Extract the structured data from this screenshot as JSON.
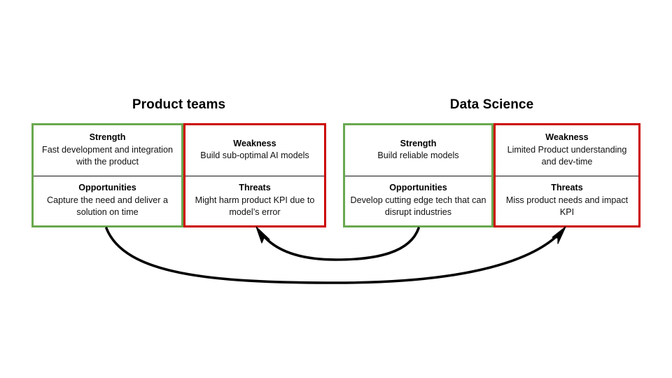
{
  "page": {
    "background_color": "#ffffff",
    "accent_green": "#6aa84f",
    "accent_red": "#cc0000"
  },
  "groups": [
    {
      "id": "product-teams",
      "title": "Product teams",
      "cells": [
        {
          "key": "strength",
          "heading": "Strength",
          "body": "Fast development and integration with the product",
          "border_color": "#6aa84f"
        },
        {
          "key": "weakness",
          "heading": "Weakness",
          "body": "Build sub-optimal AI models",
          "border_color": "#cc0000"
        },
        {
          "key": "opportunities",
          "heading": "Opportunities",
          "body": "Capture the need and deliver a solution on time",
          "border_color": "#6aa84f"
        },
        {
          "key": "threats",
          "heading": "Threats",
          "body": "Might harm product KPI due to model’s error",
          "border_color": "#cc0000"
        }
      ]
    },
    {
      "id": "data-science",
      "title": "Data Science",
      "cells": [
        {
          "key": "strength",
          "heading": "Strength",
          "body": "Build reliable models",
          "border_color": "#6aa84f"
        },
        {
          "key": "weakness",
          "heading": "Weakness",
          "body": "Limited Product understanding and dev-time",
          "border_color": "#cc0000"
        },
        {
          "key": "opportunities",
          "heading": "Opportunities",
          "body": "Develop cutting edge tech that can disrupt industries",
          "border_color": "#6aa84f"
        },
        {
          "key": "threats",
          "heading": "Threats",
          "body": "Miss product needs and impact KPI",
          "border_color": "#cc0000"
        }
      ]
    }
  ],
  "arrows": [
    {
      "id": "product-opportunities-to-data-science-threats",
      "from": "Product teams / Opportunities",
      "to": "Data Science / Threats",
      "color": "#000000"
    },
    {
      "id": "data-science-opportunities-to-product-threats",
      "from": "Data Science / Opportunities",
      "to": "Product teams / Threats",
      "color": "#000000"
    }
  ]
}
